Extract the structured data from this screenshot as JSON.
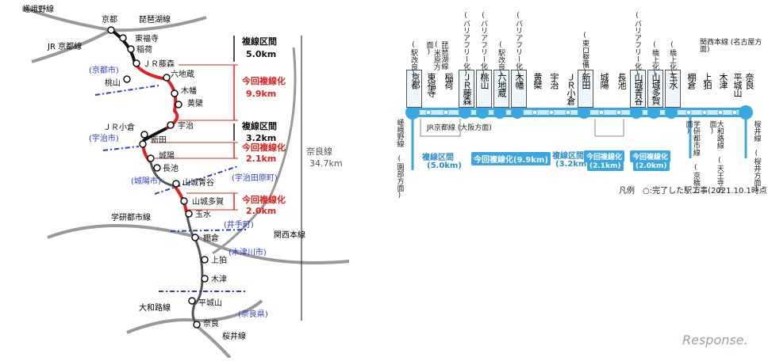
{
  "map": {
    "lines": {
      "saga": "嵯峨野線",
      "biwako": "琵琶湖線",
      "jr_kyoto": "JR 京都線",
      "gakken": "学研都市線",
      "kansai": "関西本線",
      "yamato": "大和路線",
      "sakurai": "桜井線",
      "nara_line": "奈良線",
      "nara_line_len": "34.7km"
    },
    "stations": [
      "京都",
      "東福寺",
      "稲荷",
      "ＪＲ藤森",
      "六地蔵",
      "桃山",
      "木幡",
      "黄檗",
      "宇治",
      "ＪＲ小倉",
      "新田",
      "城陽",
      "長池",
      "山城青谷",
      "山城多賀",
      "玉水",
      "棚倉",
      "上狛",
      "木津",
      "平城山",
      "奈良"
    ],
    "cities": [
      "(京都市)",
      "(宇治市)",
      "(城陽市)",
      "(宇治田原町)",
      "(井手町)",
      "(木津川市)",
      "(奈良県)"
    ],
    "segments": [
      {
        "title": "複線区間",
        "len": "5.0km",
        "color": "#111111"
      },
      {
        "title": "今回複線化",
        "len": "9.9km",
        "color": "#e0201b"
      },
      {
        "title": "複線区間",
        "len": "3.2km",
        "color": "#111111"
      },
      {
        "title": "今回複線化",
        "len": "2.1km",
        "color": "#e0201b"
      },
      {
        "title": "今回複線化",
        "len": "2.0km",
        "color": "#e0201b"
      }
    ]
  },
  "diagram": {
    "stations": [
      "京都",
      "東福寺",
      "稲荷",
      "ＪＲ藤森",
      "桃山",
      "六地蔵",
      "木幡",
      "黄檗",
      "宇治",
      "ＪＲ小倉",
      "新田",
      "城陽",
      "長池",
      "山城青谷",
      "山城多賀",
      "玉水",
      "棚倉",
      "上狛",
      "木津",
      "平城山",
      "奈良"
    ],
    "notes": {
      "kyoto": "(駅改良)",
      "fujinomori": "(バリアフリー化)",
      "momoyama": "(バリアフリー化)",
      "rokujizo": "(駅改良)",
      "kohata": "(バリアフリー化)",
      "shinden": "(東口整備)",
      "aodani": "(バリアフリー化)",
      "taga": "(橋上化)",
      "tamamizu": "(橋上化)"
    },
    "connections": {
      "biwako": "琵琶湖線 (米原方面)",
      "kansai": "関西本線 (名古屋方面)",
      "saga": "嵯峨野線 (園部方面)",
      "jr_kyoto": "JR京都線 (大阪方面)",
      "gakken": "学研都市線 (京橋方面)",
      "yamato": "大和路線 (天王寺方面)",
      "sakurai": "桜井線 (桜井方面)"
    },
    "segments": [
      {
        "title": "複線区間",
        "len": "(5.0km)"
      },
      {
        "title": "今回複線化(9.9km)",
        "len": ""
      },
      {
        "title": "複線区間",
        "len": "(3.2km)"
      },
      {
        "title": "今回複線化",
        "len": "(2.1km)"
      },
      {
        "title": "今回複線化",
        "len": "(2.0km)"
      }
    ],
    "legend": "凡例　○:完了した駅工事(2021.10.1時点)",
    "brand": "Response."
  },
  "colors": {
    "line_blue": "#3aa7e0",
    "red": "#e0201b",
    "black": "#111111",
    "city_blue": "#2b3fd1"
  }
}
